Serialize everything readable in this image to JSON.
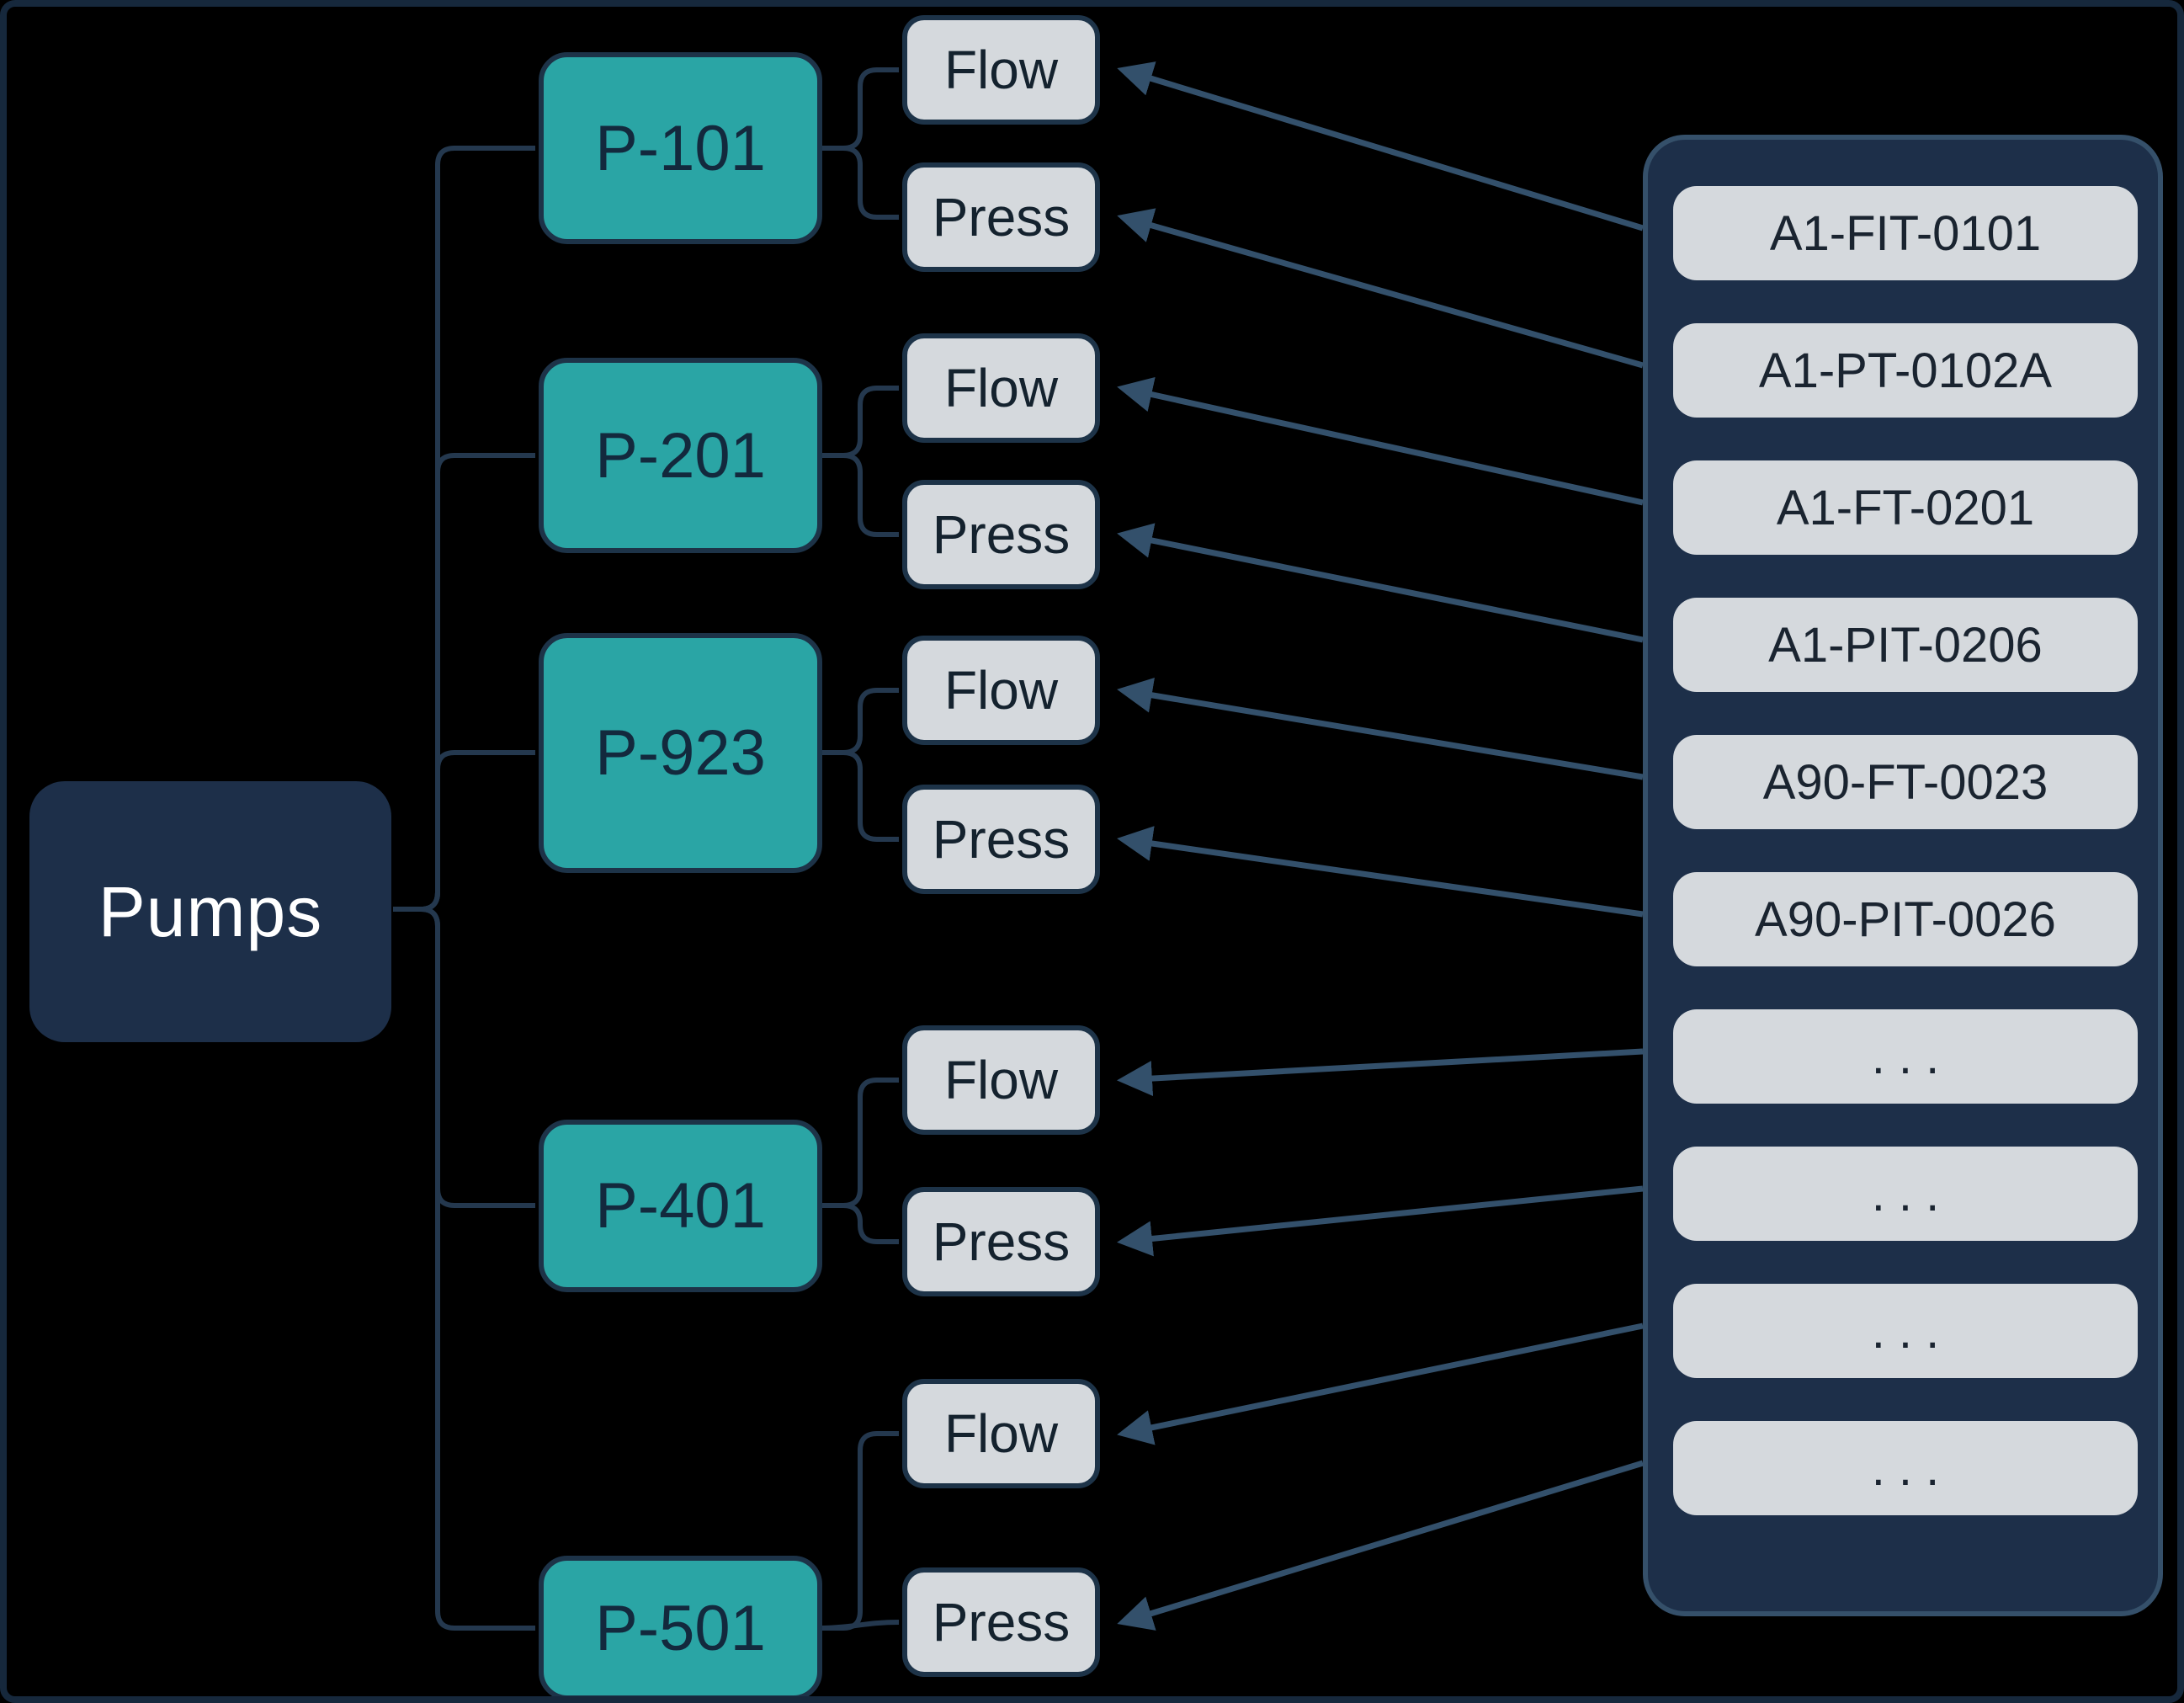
{
  "diagram": {
    "root": {
      "label": "Pumps"
    },
    "pumps": [
      {
        "label": "P-101",
        "metrics": [
          {
            "label": "Flow"
          },
          {
            "label": "Press"
          }
        ]
      },
      {
        "label": "P-201",
        "metrics": [
          {
            "label": "Flow"
          },
          {
            "label": "Press"
          }
        ]
      },
      {
        "label": "P-923",
        "metrics": [
          {
            "label": "Flow"
          },
          {
            "label": "Press"
          }
        ]
      },
      {
        "label": "P-401",
        "metrics": [
          {
            "label": "Flow"
          },
          {
            "label": "Press"
          }
        ]
      },
      {
        "label": "P-501",
        "metrics": [
          {
            "label": "Flow"
          },
          {
            "label": "Press"
          }
        ]
      }
    ],
    "tag_panel": {
      "tags": [
        {
          "label": "A1-FIT-0101"
        },
        {
          "label": "A1-PT-0102A"
        },
        {
          "label": "A1-FT-0201"
        },
        {
          "label": "A1-PIT-0206"
        },
        {
          "label": "A90-FT-0023"
        },
        {
          "label": "A90-PIT-0026"
        },
        {
          "label": ". . ."
        },
        {
          "label": ". . ."
        },
        {
          "label": ". . ."
        },
        {
          "label": ". . ."
        }
      ]
    },
    "colors": {
      "background": "#000000",
      "dark_node": "#1d2f49",
      "teal_node": "#2aa5a5",
      "gray_node": "#d5d9dd",
      "connector": "#24384e",
      "arrow": "#33506b"
    }
  }
}
